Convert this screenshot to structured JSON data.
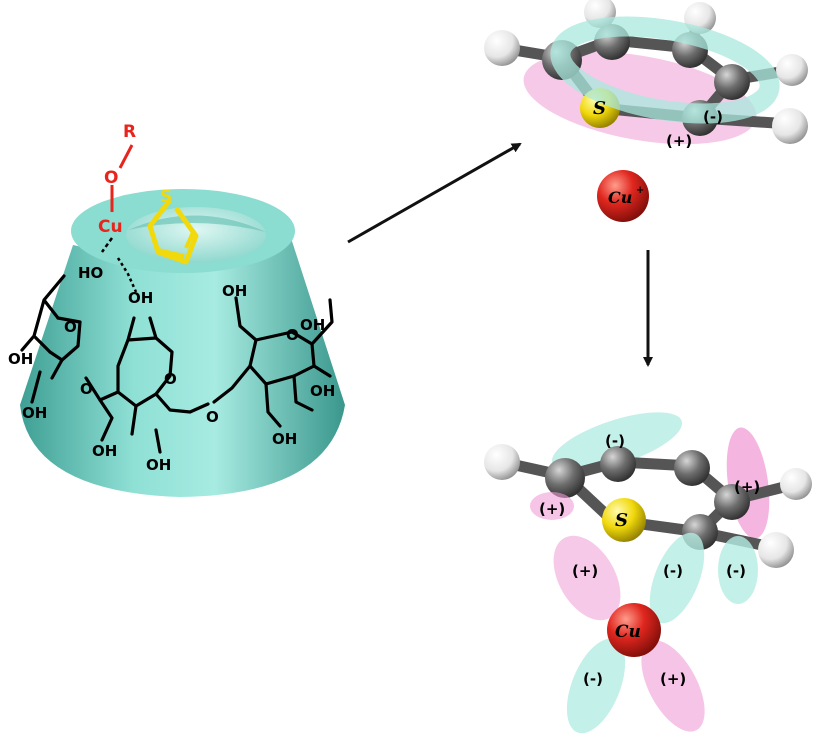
{
  "diagram": {
    "cyclodextrin": {
      "substituent_R": "R",
      "oxygen_O": "O",
      "copper_Cu": "Cu",
      "thiophene_S": "S",
      "hydroxyl_labels": [
        "HO",
        "OH",
        "OH",
        "OH",
        "OH",
        "OH",
        "OH",
        "OH",
        "OH",
        "OH"
      ],
      "ring_oxygen_labels": [
        "O",
        "O",
        "O",
        "O",
        "O"
      ]
    },
    "top_model": {
      "sulfur_label": "S",
      "minus_label": "(-)",
      "plus_label": "(+)"
    },
    "cation_label": "Cu",
    "cation_charge": "+",
    "bottom_model": {
      "sulfur_label": "S",
      "copper_label": "Cu",
      "lobe_labels": [
        "(-)",
        "(+)",
        "(+)",
        "(+)",
        "(-)",
        "(-)",
        "(-)",
        "(+)"
      ]
    },
    "colors": {
      "cone": "#7fd3c8",
      "cone_dark": "#3c9c91",
      "copper_red": "#e8241c",
      "sulfur_yellow": "#f1d90c",
      "lobe_pink": "#f09cd6",
      "lobe_cyan": "#b4ece2",
      "carbon_gray": "#6a6a6a",
      "hydrogen_white": "#f2f2f2"
    }
  }
}
